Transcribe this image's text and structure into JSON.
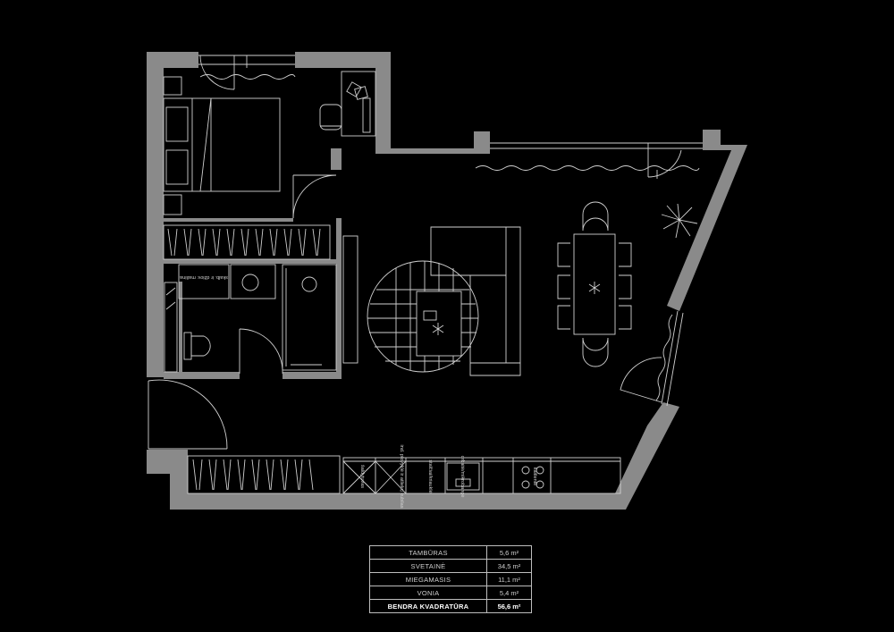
{
  "colors": {
    "background": "#000000",
    "wall": "#8a8a8a",
    "line": "#d0d0d0"
  },
  "appliance_labels": {
    "washer_dryer_label": "skalb. ir džiov. mašina",
    "fridge_label": "šaldytuvas",
    "dishwasher_label": "ind. plovyklė ir atliekų kubilas",
    "cabinet_label": "stalčiai/kriauklė",
    "oven_label": "orkaitė/mikrobangė",
    "cooktop_label": "kaitlentė"
  },
  "area_table": {
    "rows": [
      {
        "name": "TAMBŪRAS",
        "value": "5,6 m²"
      },
      {
        "name": "SVETAINĖ",
        "value": "34,5 m²"
      },
      {
        "name": "MIEGAMASIS",
        "value": "11,1 m²"
      },
      {
        "name": "VONIA",
        "value": "5,4 m²"
      }
    ],
    "total": {
      "name": "BENDRA KVADRATŪRA",
      "value": "56,6 m²"
    }
  }
}
